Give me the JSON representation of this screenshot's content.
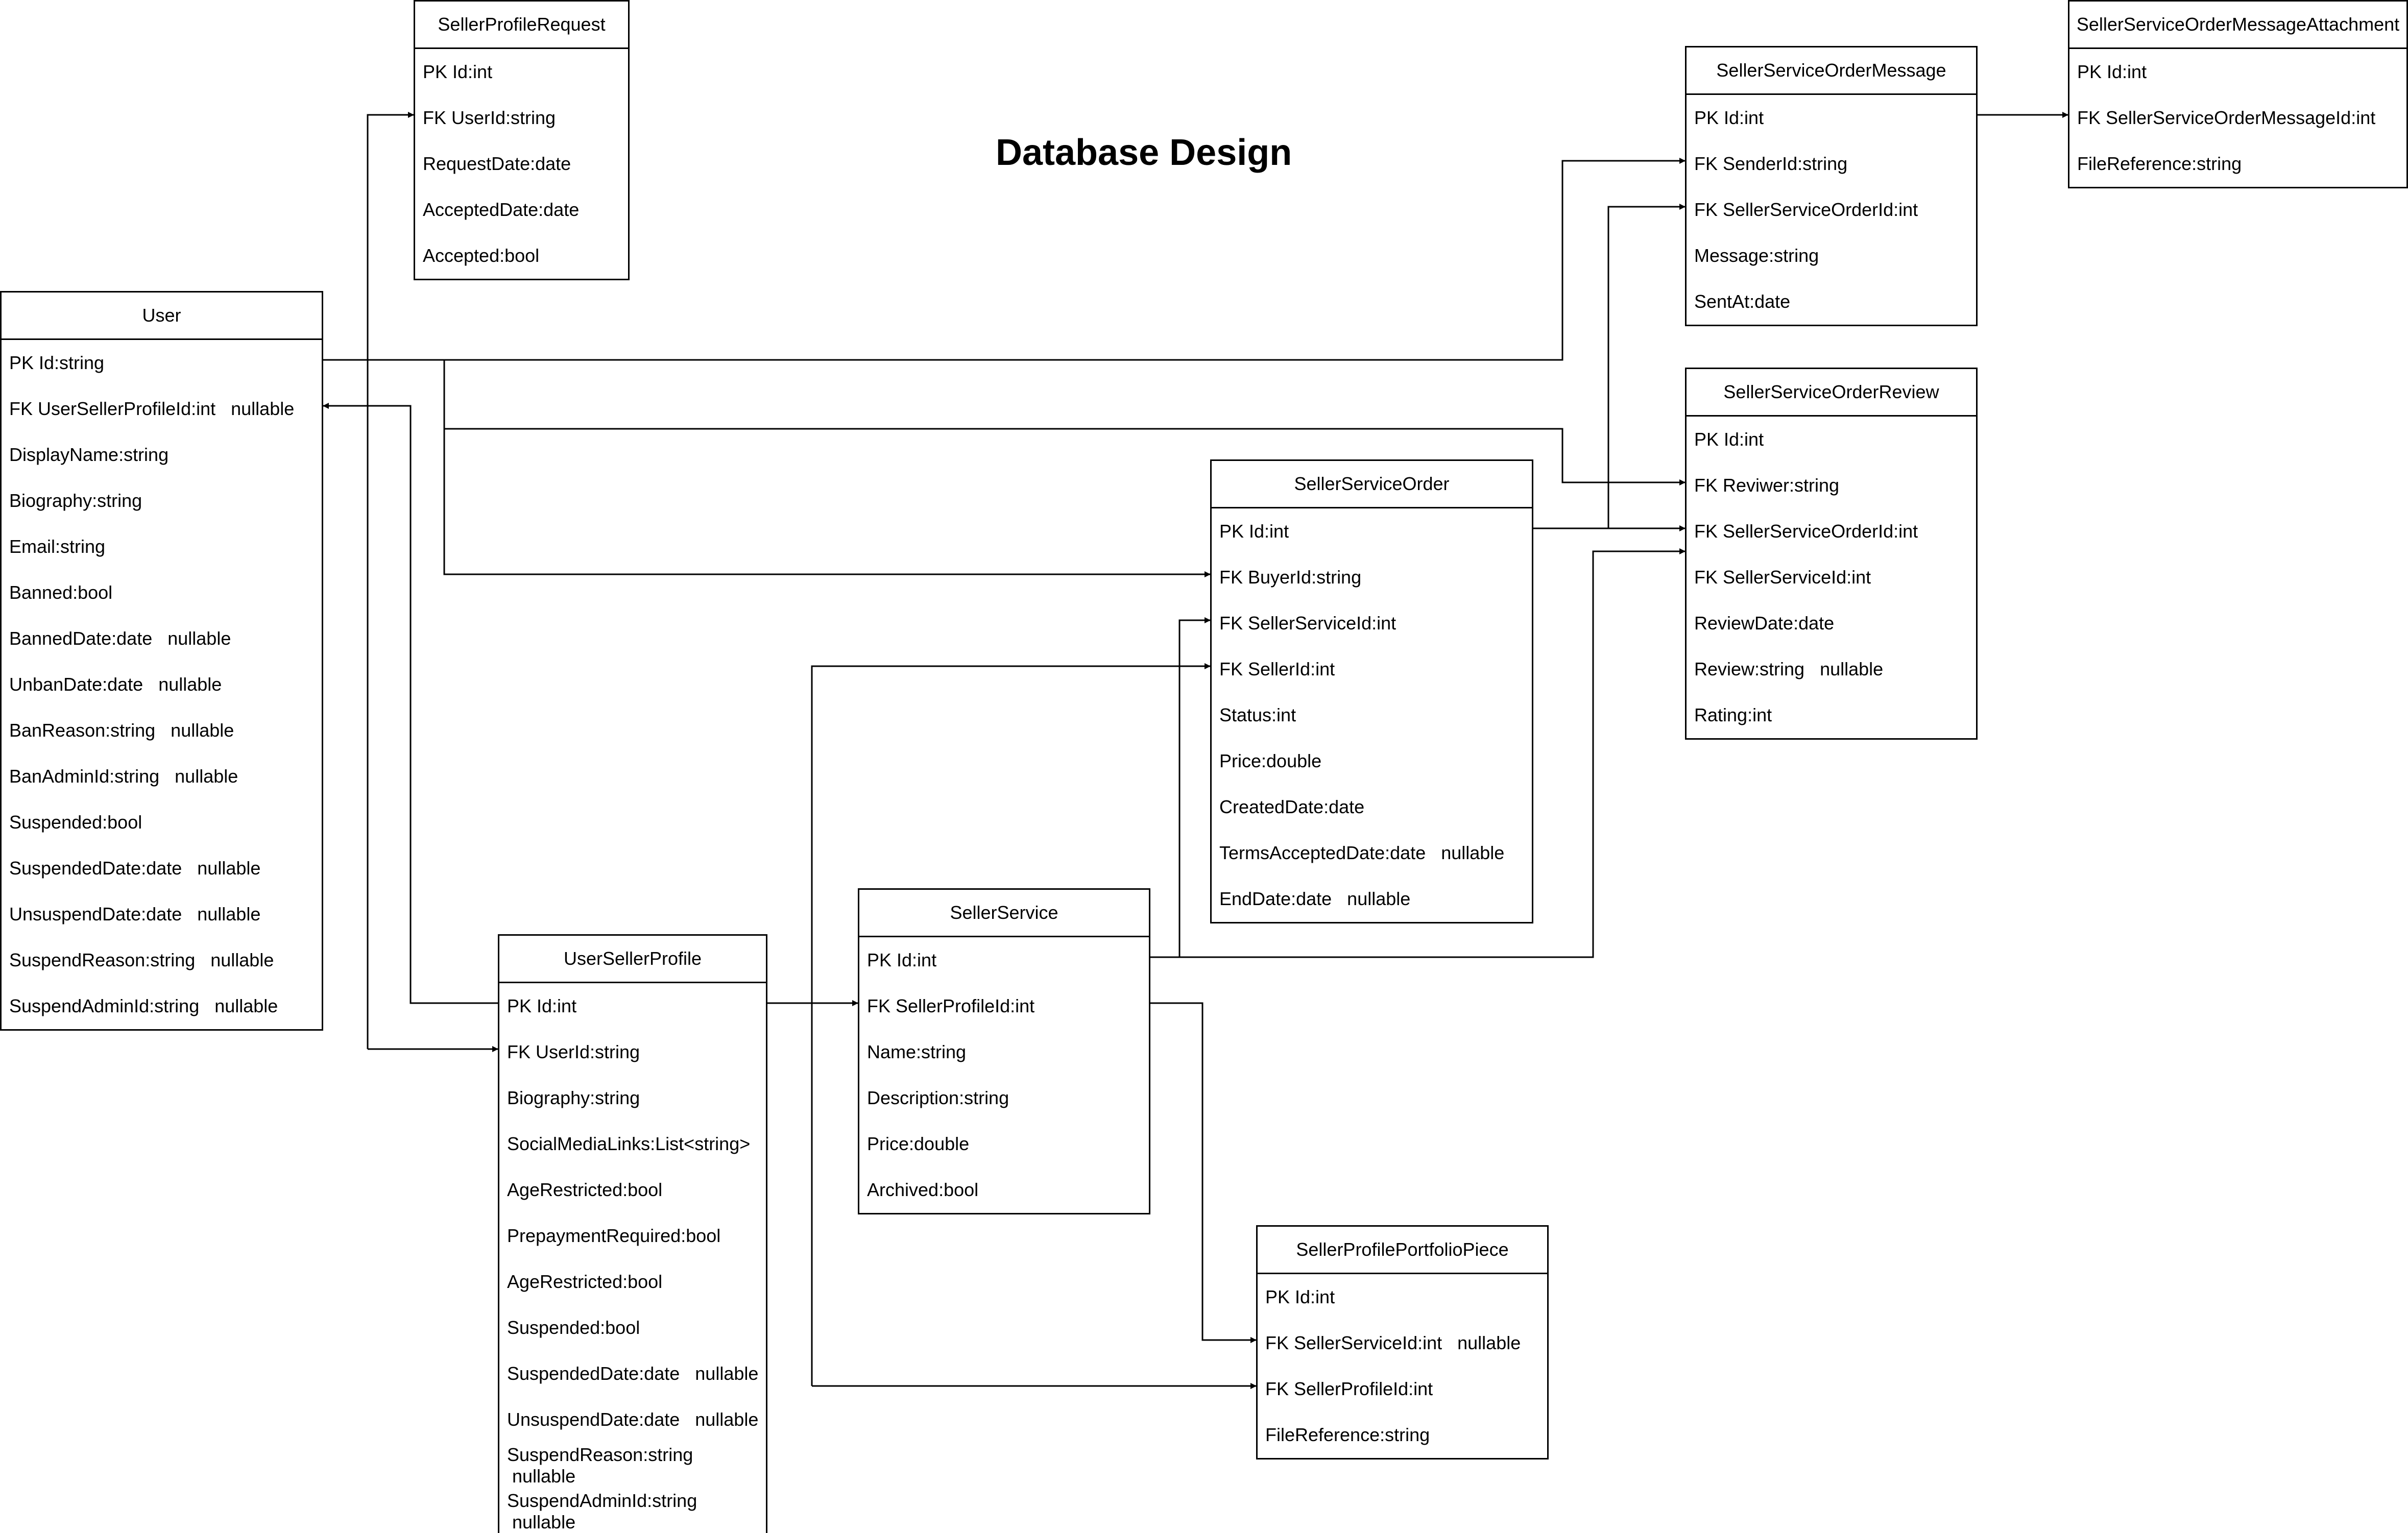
{
  "title": "Database Design",
  "colors": {
    "line": "#000000",
    "background": "#ffffff"
  },
  "entities": {
    "User": {
      "name": "User",
      "fields": [
        {
          "text": "PK Id:string",
          "mod": ""
        },
        {
          "text": "FK UserSellerProfileId:int",
          "mod": "nullable"
        },
        {
          "text": "DisplayName:string",
          "mod": ""
        },
        {
          "text": "Biography:string",
          "mod": ""
        },
        {
          "text": "Email:string",
          "mod": ""
        },
        {
          "text": "Banned:bool",
          "mod": ""
        },
        {
          "text": "BannedDate:date",
          "mod": "nullable"
        },
        {
          "text": "UnbanDate:date",
          "mod": "nullable"
        },
        {
          "text": "BanReason:string",
          "mod": "nullable"
        },
        {
          "text": "BanAdminId:string",
          "mod": "nullable"
        },
        {
          "text": "Suspended:bool",
          "mod": ""
        },
        {
          "text": "SuspendedDate:date",
          "mod": "nullable"
        },
        {
          "text": "UnsuspendDate:date",
          "mod": "nullable"
        },
        {
          "text": "SuspendReason:string",
          "mod": "nullable"
        },
        {
          "text": "SuspendAdminId:string",
          "mod": "nullable"
        }
      ]
    },
    "SellerProfileRequest": {
      "name": "SellerProfileRequest",
      "fields": [
        {
          "text": "PK Id:int",
          "mod": ""
        },
        {
          "text": "FK UserId:string",
          "mod": ""
        },
        {
          "text": "RequestDate:date",
          "mod": ""
        },
        {
          "text": "AcceptedDate:date",
          "mod": ""
        },
        {
          "text": "Accepted:bool",
          "mod": ""
        }
      ]
    },
    "UserSellerProfile": {
      "name": "UserSellerProfile",
      "fields": [
        {
          "text": "PK Id:int",
          "mod": ""
        },
        {
          "text": "FK UserId:string",
          "mod": ""
        },
        {
          "text": "Biography:string",
          "mod": ""
        },
        {
          "text": "SocialMediaLinks:List<string>",
          "mod": ""
        },
        {
          "text": "AgeRestricted:bool",
          "mod": ""
        },
        {
          "text": "PrepaymentRequired:bool",
          "mod": ""
        },
        {
          "text": "AgeRestricted:bool",
          "mod": ""
        },
        {
          "text": "Suspended:bool",
          "mod": ""
        },
        {
          "text": "SuspendedDate:date",
          "mod": "nullable"
        },
        {
          "text": "UnsuspendDate:date",
          "mod": "nullable"
        },
        {
          "text": "SuspendReason:string",
          "mod": "nullable"
        },
        {
          "text": "SuspendAdminId:string",
          "mod": "nullable"
        }
      ]
    },
    "SellerService": {
      "name": "SellerService",
      "fields": [
        {
          "text": "PK Id:int",
          "mod": ""
        },
        {
          "text": "FK SellerProfileId:int",
          "mod": ""
        },
        {
          "text": "Name:string",
          "mod": ""
        },
        {
          "text": "Description:string",
          "mod": ""
        },
        {
          "text": "Price:double",
          "mod": ""
        },
        {
          "text": "Archived:bool",
          "mod": ""
        }
      ]
    },
    "SellerServiceOrder": {
      "name": "SellerServiceOrder",
      "fields": [
        {
          "text": "PK Id:int",
          "mod": ""
        },
        {
          "text": "FK BuyerId:string",
          "mod": ""
        },
        {
          "text": "FK SellerServiceId:int",
          "mod": ""
        },
        {
          "text": "FK SellerId:int",
          "mod": ""
        },
        {
          "text": "Status:int",
          "mod": ""
        },
        {
          "text": "Price:double",
          "mod": ""
        },
        {
          "text": "CreatedDate:date",
          "mod": ""
        },
        {
          "text": "TermsAcceptedDate:date",
          "mod": "nullable"
        },
        {
          "text": "EndDate:date",
          "mod": "nullable"
        }
      ]
    },
    "SellerProfilePortfolioPiece": {
      "name": "SellerProfilePortfolioPiece",
      "fields": [
        {
          "text": "PK Id:int",
          "mod": ""
        },
        {
          "text": "FK SellerServiceId:int",
          "mod": "nullable"
        },
        {
          "text": "FK SellerProfileId:int",
          "mod": ""
        },
        {
          "text": "FileReference:string",
          "mod": ""
        }
      ]
    },
    "SellerServiceOrderMessage": {
      "name": "SellerServiceOrderMessage",
      "fields": [
        {
          "text": "PK Id:int",
          "mod": ""
        },
        {
          "text": "FK SenderId:string",
          "mod": ""
        },
        {
          "text": "FK SellerServiceOrderId:int",
          "mod": ""
        },
        {
          "text": "Message:string",
          "mod": ""
        },
        {
          "text": "SentAt:date",
          "mod": ""
        }
      ]
    },
    "SellerServiceOrderMessageAttachment": {
      "name": "SellerServiceOrderMessageAttachment",
      "fields": [
        {
          "text": "PK Id:int",
          "mod": ""
        },
        {
          "text": "FK SellerServiceOrderMessageId:int",
          "mod": ""
        },
        {
          "text": "FileReference:string",
          "mod": ""
        }
      ]
    },
    "SellerServiceOrderReview": {
      "name": "SellerServiceOrderReview",
      "fields": [
        {
          "text": "PK Id:int",
          "mod": ""
        },
        {
          "text": "FK Reviwer:string",
          "mod": ""
        },
        {
          "text": "FK SellerServiceOrderId:int",
          "mod": ""
        },
        {
          "text": "FK SellerServiceId:int",
          "mod": ""
        },
        {
          "text": "ReviewDate:date",
          "mod": ""
        },
        {
          "text": "Review:string",
          "mod": "nullable"
        },
        {
          "text": "Rating:int",
          "mod": ""
        }
      ]
    }
  }
}
